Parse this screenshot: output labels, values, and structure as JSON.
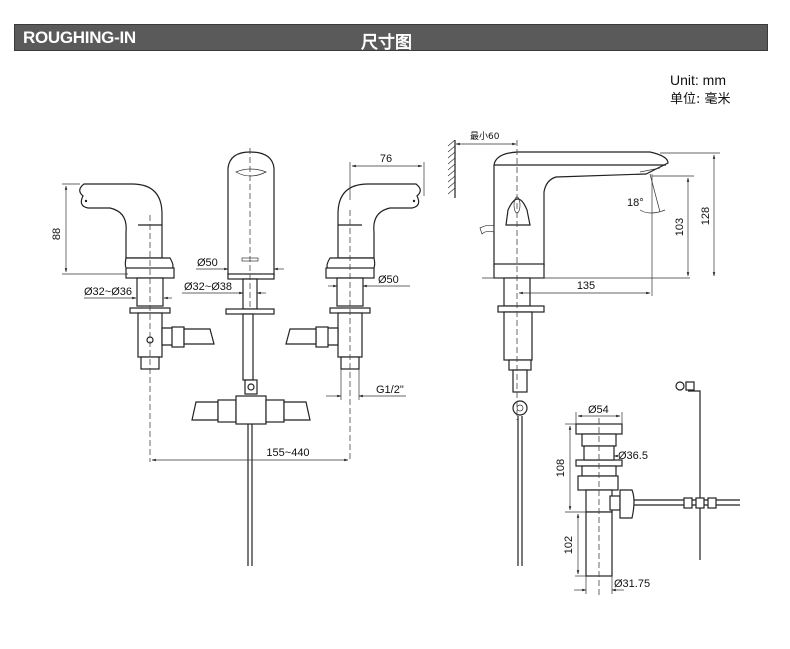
{
  "header": {
    "title_en": "ROUGHING-IN",
    "title_cn": "尺寸图",
    "bar_color": "#5a5a5a"
  },
  "unit": {
    "en": "Unit: mm",
    "cn": "单位: 毫米"
  },
  "front_view": {
    "left_handle_height": "88",
    "left_base_dia": "Ø32~Ø36",
    "spout_dia": "Ø50",
    "spout_hole_dia": "Ø32~Ø38",
    "right_handle_reach": "76",
    "right_base_dia": "Ø50",
    "thread": "G1/2\"",
    "spread": "155~440"
  },
  "side_view": {
    "wall_clearance": "最小60",
    "angle": "18°",
    "spout_height": "103",
    "total_height": "128",
    "spout_reach": "135"
  },
  "drain": {
    "top_dia": "Ø54",
    "flange_dia": "Ø36.5",
    "upper_height": "108",
    "lower_height": "102",
    "pipe_dia": "Ø31.75"
  }
}
